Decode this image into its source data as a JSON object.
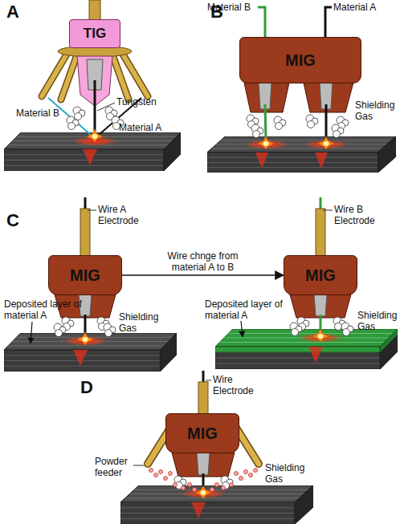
{
  "diagram": {
    "nodes": [
      {
        "text": [
          "TIG"
        ]
      },
      {
        "text": [
          "MIG"
        ]
      },
      {
        "text": [
          "MIG"
        ]
      },
      {
        "text": [
          "MIG"
        ]
      },
      {
        "text": [
          "MIG"
        ]
      }
    ],
    "edges": [
      {
        "from": 2,
        "to": 3,
        "arrow": "to",
        "label": "Wire chnge from material A to B"
      }
    ],
    "labels": [
      "A",
      "Tungsten",
      "Material B",
      "Material A",
      "B",
      "Material B",
      "Material A",
      "Shielding Gas",
      "C",
      "Wire A Electrode",
      "Wire B Electrode",
      "Deposited layer of material A",
      "Shielding Gas",
      "Deposited layer of material A",
      "Shielding Gas",
      "D",
      "Wire Electrode",
      "Powder feeder",
      "Shielding Gas"
    ]
  }
}
